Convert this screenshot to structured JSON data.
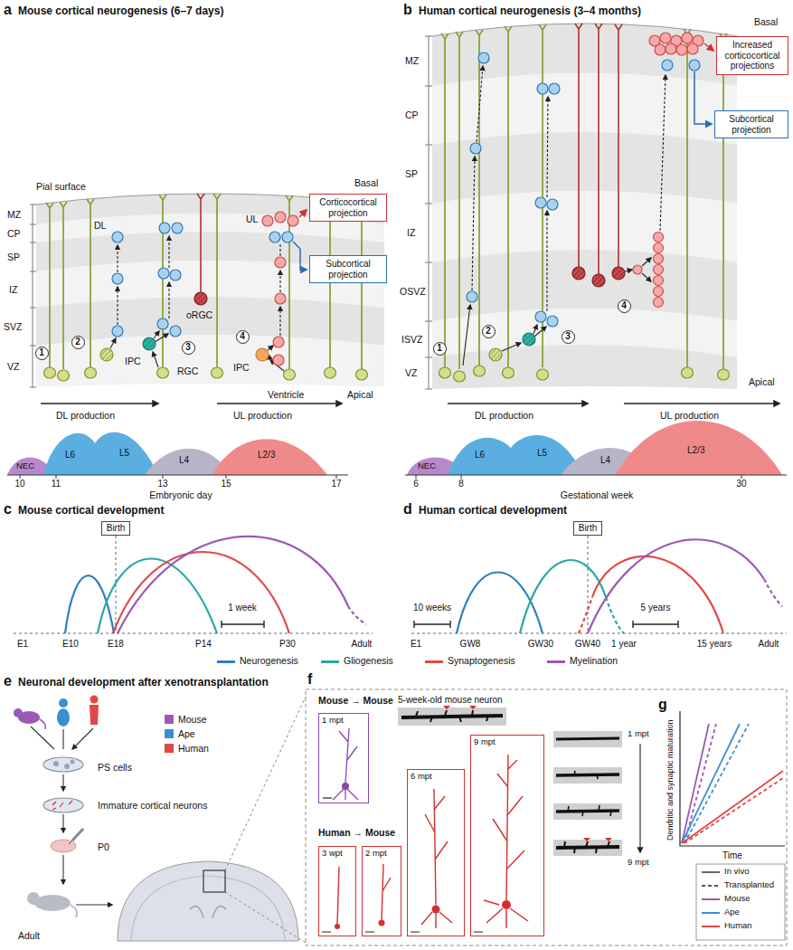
{
  "diagram": {
    "nodes": [
      {
        "text": [
          "1"
        ]
      },
      {
        "text": [
          "2"
        ]
      },
      {
        "text": [
          "3"
        ]
      },
      {
        "text": [
          "4"
        ]
      },
      {
        "text": [
          "Corticocortical projection"
        ]
      },
      {
        "text": [
          "Subcortical projection"
        ]
      },
      {
        "text": [
          "1"
        ]
      },
      {
        "text": [
          "2"
        ]
      },
      {
        "text": [
          "3"
        ]
      },
      {
        "text": [
          "4"
        ]
      },
      {
        "text": [
          "Increased corticocortical projections"
        ]
      },
      {
        "text": [
          "Subcortical projection"
        ]
      },
      {
        "text": [
          "Birth"
        ]
      },
      {
        "text": [
          "Birth"
        ]
      },
      {
        "text": [
          "1 mpt"
        ]
      },
      {
        "text": [
          "3 wpt"
        ]
      },
      {
        "text": [
          "2 mpt"
        ]
      },
      {
        "text": [
          "6 mpt"
        ]
      },
      {
        "text": [
          "9 mpt"
        ]
      }
    ],
    "labels": [
      "a",
      "Mouse cortical neurogenesis (6–7 days)",
      "Pial surface",
      "Basal",
      "MZ",
      "CP",
      "SP",
      "IZ",
      "SVZ",
      "VZ",
      "DL",
      "IPC",
      "RGC",
      "oRGC",
      "UL",
      "IPC",
      "Ventricle",
      "Apical",
      "DL production",
      "UL production",
      "NEC",
      "L6",
      "L5",
      "L4",
      "L2/3",
      "10",
      "11",
      "13",
      "15",
      "17",
      "Embryonic day",
      "b",
      "Human cortical neurogenesis (3–4 months)",
      "Basal",
      "MZ",
      "CP",
      "SP",
      "IZ",
      "OSVZ",
      "ISVZ",
      "VZ",
      "Apical",
      "DL production",
      "UL production",
      "NEC",
      "L6",
      "L5",
      "L4",
      "L2/3",
      "6",
      "8",
      "30",
      "Gestational week",
      "c",
      "Mouse cortical development",
      "E1",
      "E10",
      "E18",
      "P14",
      "P30",
      "Adult",
      "1 week",
      "d",
      "Human cortical development",
      "E1",
      "GW8",
      "GW30",
      "GW40",
      "1 year",
      "15 years",
      "Adult",
      "10 weeks",
      "5 years",
      "e",
      "Neuronal development after xenotransplantation",
      "PS cells",
      "Immature cortical neurons",
      "P0",
      "Adult",
      "f",
      "Mouse → Mouse",
      "5-week-old mouse neuron",
      "Human → Mouse",
      "1 mpt",
      "9 mpt",
      "g",
      "Dendritic and synaptic maturation",
      "Time"
    ],
    "legend": [
      {
        "text": "Neurogenesis",
        "color": "#2e7fc4"
      },
      {
        "text": "Gliogenesis",
        "color": "#27a9a2"
      },
      {
        "text": "Synaptogenesis",
        "color": "#e04848"
      },
      {
        "text": "Myelination",
        "color": "#9b59b6"
      },
      {
        "text": "Mouse",
        "color": "#9b59b6"
      },
      {
        "text": "Ape",
        "color": "#3a8fd0"
      },
      {
        "text": "Human",
        "color": "#e04848"
      },
      {
        "text": "In vivo"
      },
      {
        "text": "Transplanted"
      },
      {
        "text": "Mouse"
      },
      {
        "text": "Ape"
      },
      {
        "text": "Human"
      }
    ]
  }
}
